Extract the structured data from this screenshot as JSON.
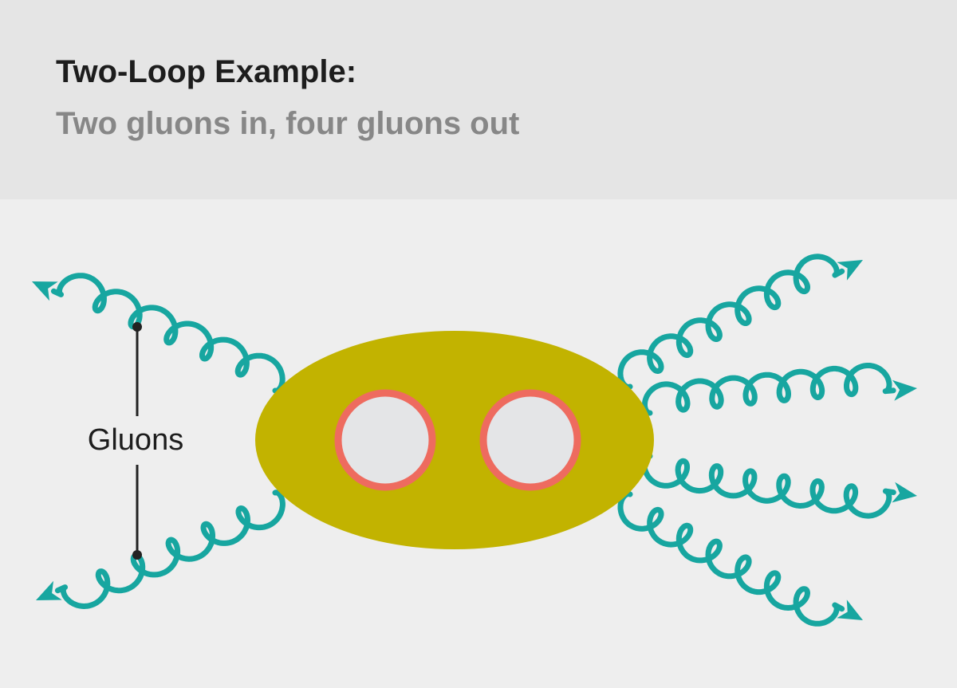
{
  "header": {
    "title": "Two-Loop Example:",
    "subtitle": "Two gluons in, four gluons out"
  },
  "diagram": {
    "label": "Gluons",
    "incoming_gluons": 2,
    "outgoing_gluons": 4,
    "loops": 2
  },
  "colors": {
    "header_background": "#e5e5e5",
    "canvas_background": "#eeeeee",
    "gluon": "#17a6a0",
    "blob": "#c2b300",
    "loop_ring": "#ee6b5f",
    "loop_fill": "#e4e5e7",
    "title": "#1d1d1d",
    "subtitle": "#878787",
    "label_line": "#222222"
  }
}
